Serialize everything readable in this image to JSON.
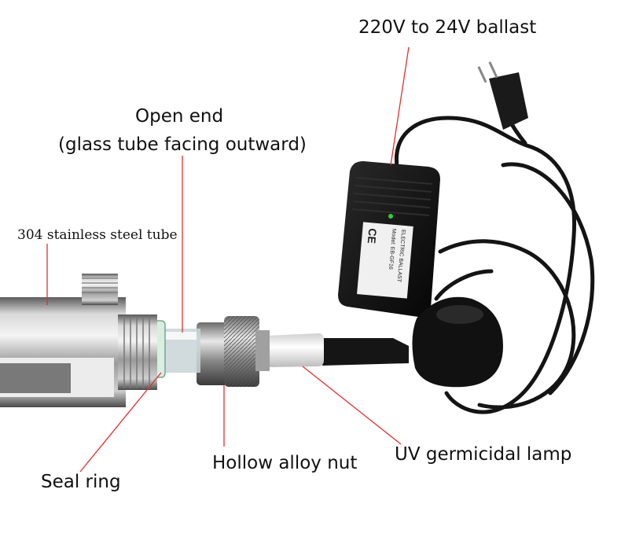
{
  "labels": {
    "ballast": "220V to 24V ballast",
    "open_end_line1": "Open end",
    "open_end_line2": "(glass tube facing outward)",
    "steel_tube": "304 stainless steel tube",
    "seal_ring": "Seal ring",
    "hollow_nut": "Hollow alloy nut",
    "uv_lamp": "UV germicidal lamp"
  },
  "ballast_sticker": {
    "title": "ELECTRIC BALLAST",
    "model": "Model: EB-GF16",
    "ce_mark": "CE"
  },
  "colors": {
    "leader_line": "#e03030",
    "steel": "#b8b8b8",
    "ballast_body": "#111111",
    "cable": "#151515",
    "lamp_cap": "#f2f2f2"
  }
}
